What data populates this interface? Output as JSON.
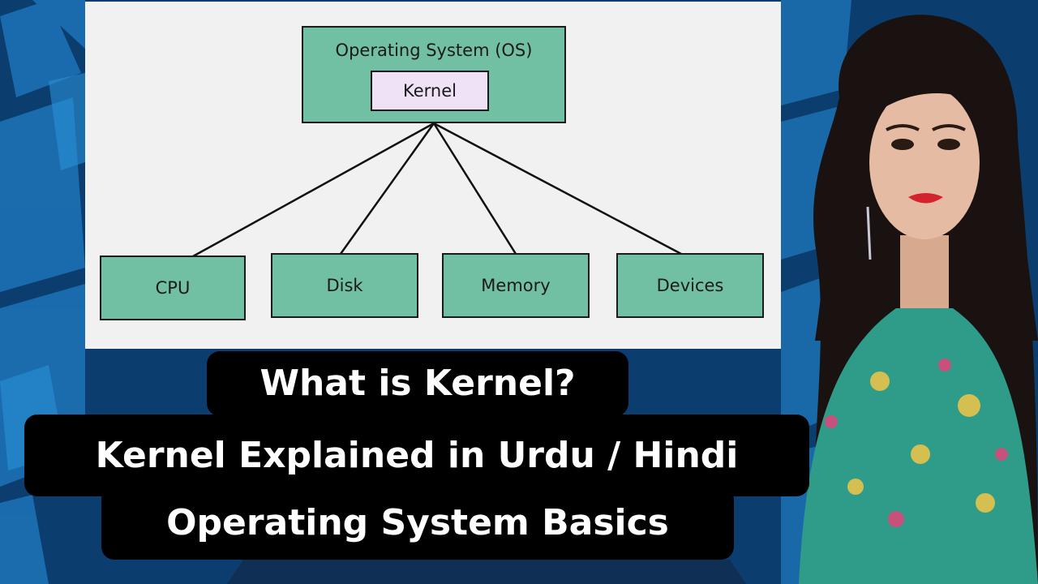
{
  "diagram": {
    "root": {
      "label": "Operating System (OS)"
    },
    "core": {
      "label": "Kernel"
    },
    "children": [
      {
        "label": "CPU"
      },
      {
        "label": "Disk"
      },
      {
        "label": "Memory"
      },
      {
        "label": "Devices"
      }
    ]
  },
  "captions": {
    "line1": "What is Kernel?",
    "line2": "Kernel Explained in Urdu / Hindi",
    "line3": "Operating System Basics"
  },
  "colors": {
    "background": "#0b3e6e",
    "tile": "#1d74b8",
    "node_fill": "#72c0a3",
    "kernel_fill": "#efe2f6",
    "caption_bg": "#000000",
    "caption_text": "#ffffff"
  }
}
